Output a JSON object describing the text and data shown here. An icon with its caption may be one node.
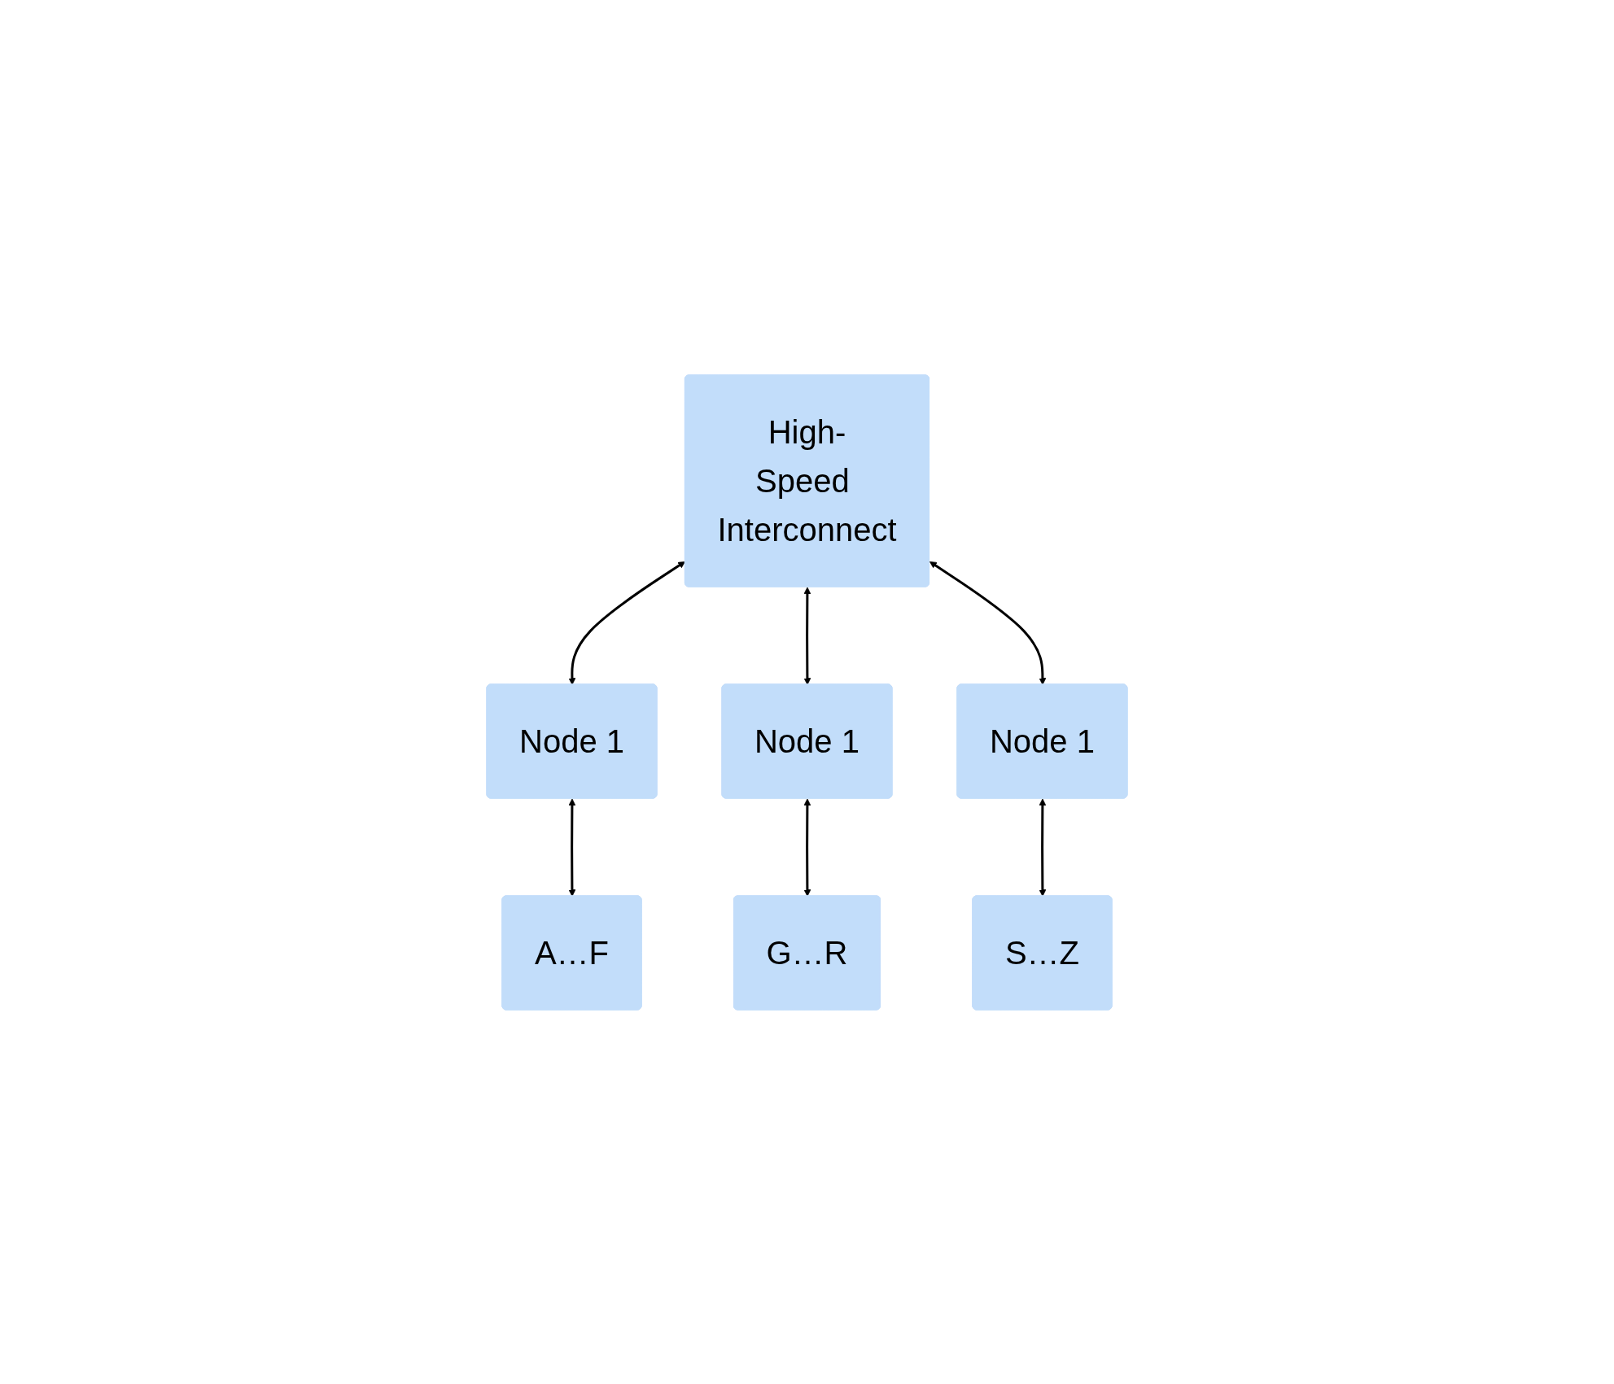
{
  "diagram": {
    "nodes": [
      {
        "text": [
          "High-Speed Interconnect"
        ]
      },
      {
        "text": [
          "Node 1"
        ]
      },
      {
        "text": [
          "Node 1"
        ]
      },
      {
        "text": [
          "Node 1"
        ]
      },
      {
        "text": [
          "A…F"
        ]
      },
      {
        "text": [
          "G…R"
        ]
      },
      {
        "text": [
          "S…Z"
        ]
      }
    ],
    "edges": [
      {
        "from": 0,
        "to": 1,
        "arrow": "both"
      },
      {
        "from": 0,
        "to": 2,
        "arrow": "both"
      },
      {
        "from": 0,
        "to": 3,
        "arrow": "both"
      },
      {
        "from": 1,
        "to": 4,
        "arrow": "both"
      },
      {
        "from": 2,
        "to": 5,
        "arrow": "both"
      },
      {
        "from": 3,
        "to": 6,
        "arrow": "both"
      }
    ]
  }
}
